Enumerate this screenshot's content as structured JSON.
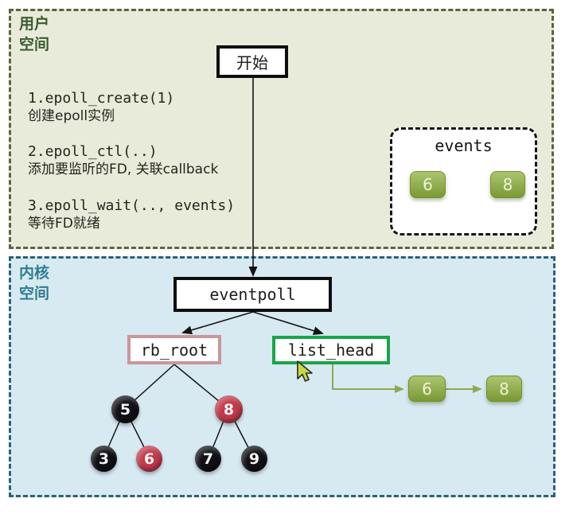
{
  "user_space": {
    "label": "用户\n空间",
    "start_label": "开始",
    "steps": [
      {
        "code": "1.epoll_create(1)",
        "desc": "创建epoll实例"
      },
      {
        "code": "2.epoll_ctl(..)",
        "desc": "添加要监听的FD, 关联callback"
      },
      {
        "code": "3.epoll_wait(.., events)",
        "desc": "等待FD就绪"
      }
    ],
    "events_box": {
      "title": "events",
      "fds": [
        "6",
        "8"
      ]
    }
  },
  "kernel_space": {
    "label": "内核\n空间",
    "eventpoll_label": "eventpoll",
    "rb_root_label": "rb_root",
    "list_head_label": "list_head",
    "rb_tree_nodes": [
      {
        "value": "5",
        "color": "black",
        "fill": "#101016"
      },
      {
        "value": "8",
        "color": "red",
        "fill": "#c23b4b"
      },
      {
        "value": "3",
        "color": "black",
        "fill": "#101016"
      },
      {
        "value": "6",
        "color": "red",
        "fill": "#c23b4b"
      },
      {
        "value": "7",
        "color": "black",
        "fill": "#101016"
      },
      {
        "value": "9",
        "color": "black",
        "fill": "#101016"
      }
    ],
    "ready_list_fds": [
      "6",
      "8"
    ]
  },
  "colors": {
    "user_space_bg": "#e8ebd9",
    "user_space_border": "#5f6140",
    "user_space_label": "#3d5a31",
    "kernel_space_bg": "#d7e9f1",
    "kernel_space_border": "#2e6175",
    "kernel_space_label": "#2d7d91",
    "fd_chip_green": "#8fb23e",
    "node_black": "#101016",
    "node_red": "#c23b4b",
    "rb_root_border": "#c9969b",
    "list_head_border": "#17a649",
    "green_arrow": "#8fa851",
    "black_arrow": "#141414"
  }
}
